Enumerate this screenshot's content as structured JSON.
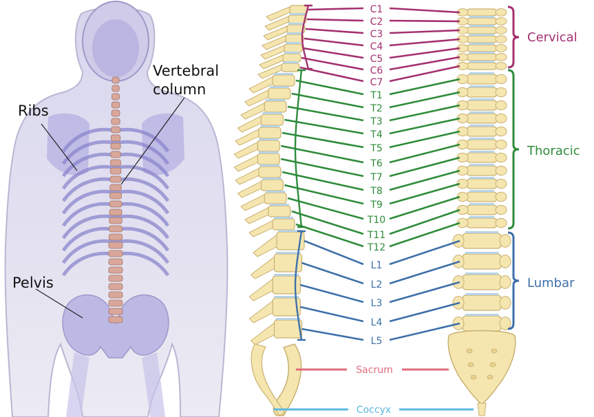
{
  "colors": {
    "cervical": "#a3306f",
    "thoracic": "#2e8b3a",
    "lumbar": "#3d6fa8",
    "sacrum": "#e06c7d",
    "coccyx": "#5bb8e0",
    "bone": "#f5e6b0",
    "bone_outline": "#c9b070",
    "disc": "#b7d3e6",
    "body_tint": "#a9a5e0",
    "spine_pink": "#d9a79a"
  },
  "body_labels": {
    "vertebral": "Vertebral",
    "column": "column",
    "ribs": "Ribs",
    "pelvis": "Pelvis"
  },
  "regions": {
    "cervical": "Cervical",
    "thoracic": "Thoracic",
    "lumbar": "Lumbar"
  },
  "vertebrae": [
    "C1",
    "C2",
    "C3",
    "C4",
    "C5",
    "C6",
    "C7",
    "T1",
    "T2",
    "T3",
    "T4",
    "T5",
    "T6",
    "T7",
    "T8",
    "T9",
    "T10",
    "T11",
    "T12",
    "L1",
    "L2",
    "L3",
    "L4",
    "L5"
  ],
  "sacrum_label": "Sacrum",
  "coccyx_label": "Coccyx"
}
